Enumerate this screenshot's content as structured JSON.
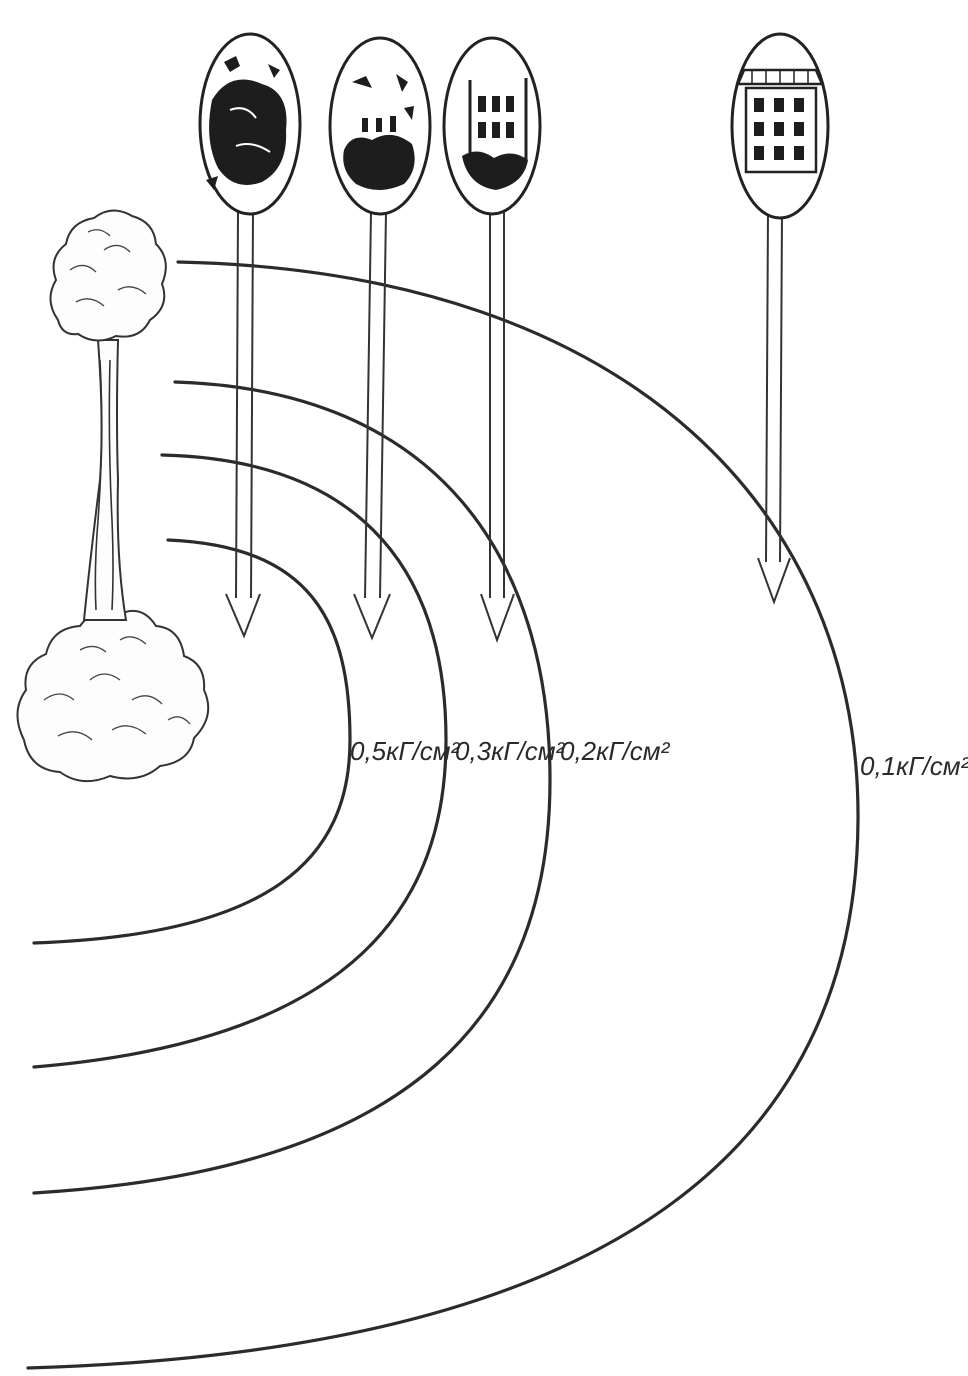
{
  "diagram": {
    "zones": [
      {
        "id": "zone-1",
        "label": "0,5кГ/см²",
        "damage": "full-destruction"
      },
      {
        "id": "zone-2",
        "label": "0,3кГ/см²",
        "damage": "heavy-destruction"
      },
      {
        "id": "zone-3",
        "label": "0,2кГ/см²",
        "damage": "medium-destruction"
      },
      {
        "id": "zone-4",
        "label": "0,1кГ/см²",
        "damage": "weak-destruction"
      }
    ],
    "icons": {
      "explosion": "mushroom-cloud-icon",
      "zone_1": "rubble-icon",
      "zone_2": "ruined-building-icon",
      "zone_3": "damaged-building-icon",
      "zone_4": "intact-building-icon"
    },
    "colors": {
      "ink": "#2b2b2b",
      "paper": "#ffffff"
    }
  }
}
